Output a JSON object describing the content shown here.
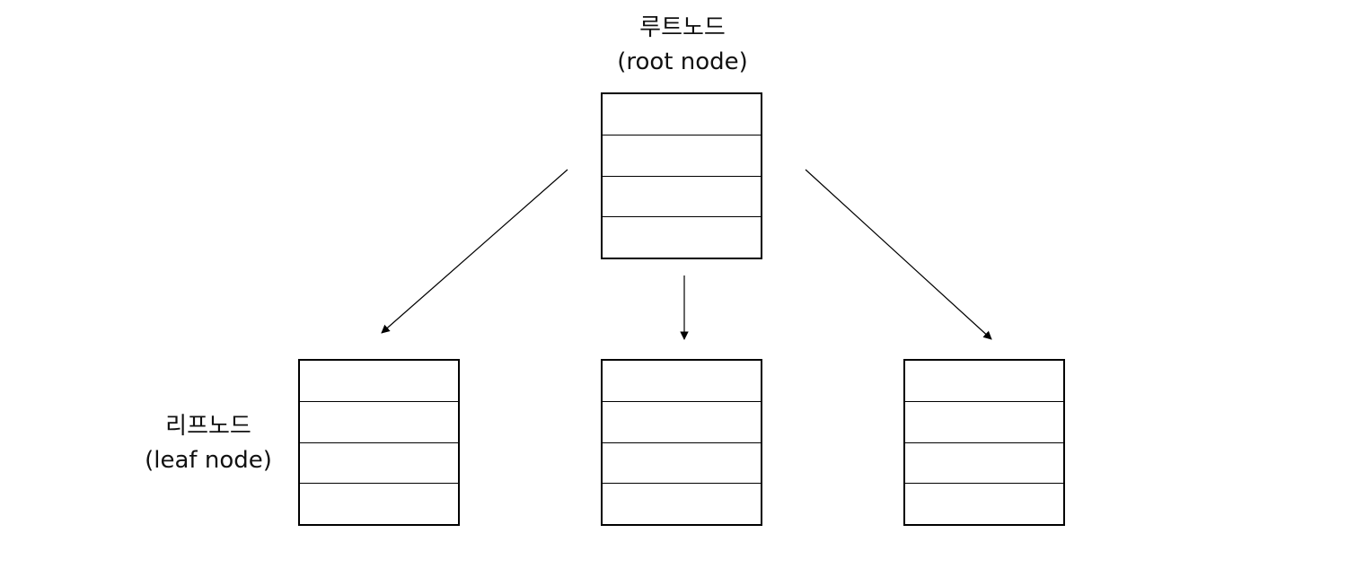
{
  "root_label": {
    "korean": "루트노드",
    "english": "(root node)"
  },
  "leaf_label": {
    "korean": "리프노드",
    "english": "(leaf node)"
  },
  "colors": {
    "stroke": "#000000",
    "background": "#ffffff"
  }
}
